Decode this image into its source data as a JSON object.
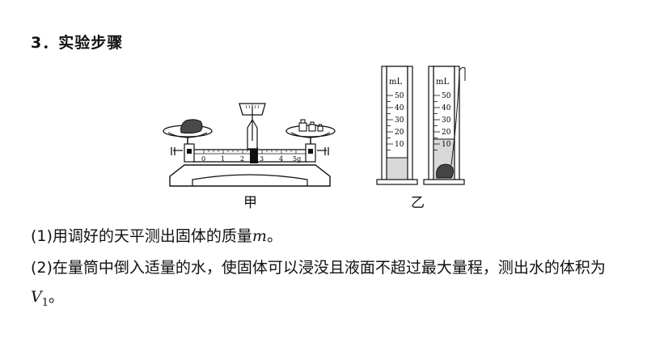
{
  "heading": "3．实验步骤",
  "figure_a": {
    "caption": "甲",
    "scale_labels": [
      "0",
      "1",
      "2",
      "3",
      "4",
      "5g"
    ]
  },
  "figure_b": {
    "caption": "乙",
    "unit": "mL",
    "ticks": [
      "50",
      "40",
      "30",
      "20",
      "10"
    ]
  },
  "step1": {
    "text": "(1)用调好的天平测出固体的质量",
    "var": "m",
    "end": "。"
  },
  "step2": {
    "text": "(2)在量筒中倒入适量的水，使固体可以浸没且液面不超过最大量程，测出水的体积为",
    "var": "V",
    "sub": "1",
    "end": "。"
  }
}
